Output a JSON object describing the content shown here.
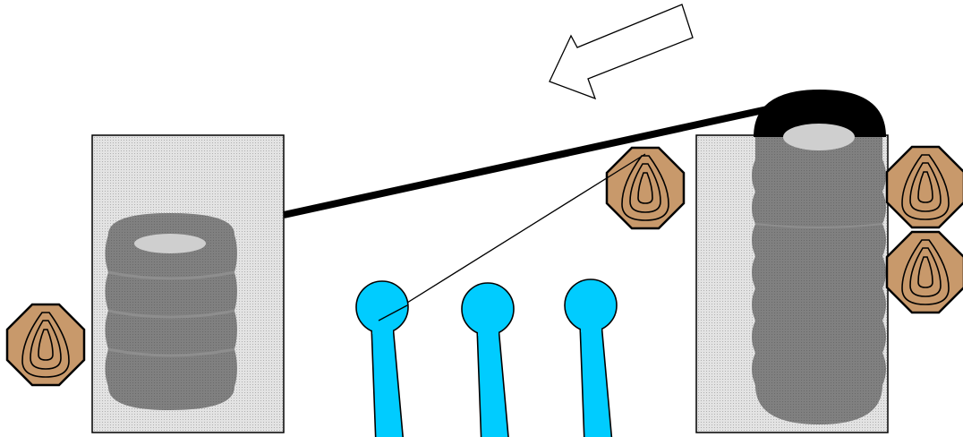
{
  "scene": {
    "direction_arrow": {
      "icon": "hollow-arrow-left-icon"
    },
    "targets": [
      {
        "name": "target-left",
        "icon": "paper-target-icon"
      },
      {
        "name": "target-center-top",
        "icon": "paper-target-icon"
      },
      {
        "name": "target-right-upper",
        "icon": "paper-target-icon"
      },
      {
        "name": "target-right-lower",
        "icon": "paper-target-icon"
      }
    ],
    "poppers": [
      {
        "name": "popper-1",
        "icon": "pepper-popper-icon"
      },
      {
        "name": "popper-2",
        "icon": "pepper-popper-icon"
      },
      {
        "name": "popper-3",
        "icon": "pepper-popper-icon"
      }
    ],
    "barrels": [
      {
        "name": "barrel-stack-left",
        "icon": "tire-stack-icon"
      },
      {
        "name": "barrel-stack-right",
        "icon": "tire-stack-icon"
      }
    ],
    "colors": {
      "popper_fill": "#00ccff",
      "target_fill": "#c8996b",
      "barrel_fill": "#7a7a7a",
      "wall_fill": "#dedede",
      "line": "#000000"
    }
  }
}
